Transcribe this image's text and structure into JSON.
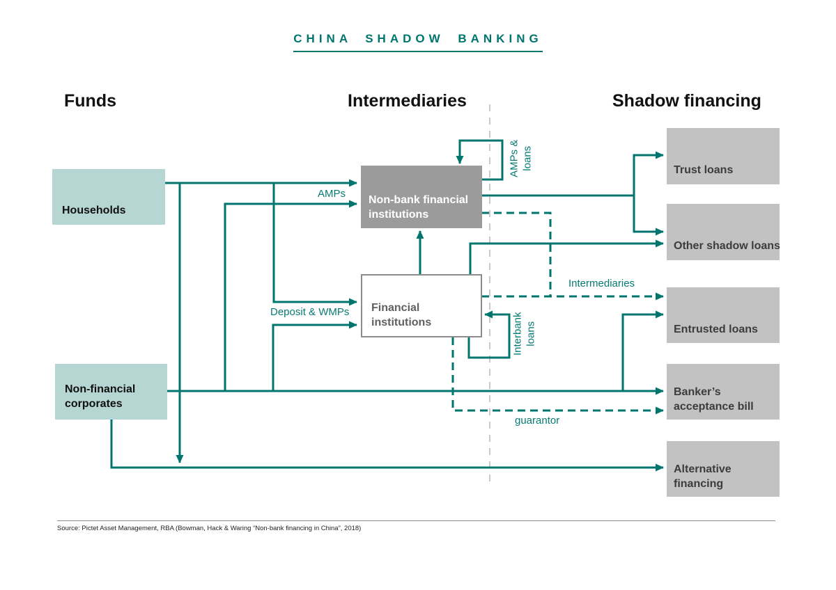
{
  "title": "CHINA SHADOW BANKING",
  "columns": {
    "funds": "Funds",
    "intermediaries": "Intermediaries",
    "shadow_financing": "Shadow financing"
  },
  "nodes": {
    "households": {
      "label": "Households"
    },
    "non_financial_corporates": {
      "label": "Non-financial corporates"
    },
    "non_bank_financial_institutions": {
      "label": "Non-bank financial institutions"
    },
    "financial_institutions": {
      "label": "Financial institutions"
    },
    "trust_loans": {
      "label": "Trust loans"
    },
    "other_shadow_loans": {
      "label": "Other shadow loans"
    },
    "entrusted_loans": {
      "label": "Entrusted loans"
    },
    "bankers_acceptance_bill": {
      "label": "Banker’s acceptance bill"
    },
    "alternative_financing": {
      "label": "Alternative financing"
    }
  },
  "edge_labels": {
    "amps": "AMPs",
    "amps_and_loans": "AMPs & loans",
    "deposit_and_wmps": "Deposit & WMPs",
    "intermediaries": "Intermediaries",
    "interbank_loans": "Interbank loans",
    "guarantor": "guarantor"
  },
  "source": "Source: Pictet Asset Management, RBA (Bowman, Hack & Waring “Non-bank financing in China”,  2018)",
  "colors": {
    "accent_teal": "#00756e",
    "funds_box": "#b5d6d2",
    "intermediary_box": "#9b9b9b",
    "shadow_box": "#c2c2c2",
    "divider": "#c9c9c9"
  }
}
